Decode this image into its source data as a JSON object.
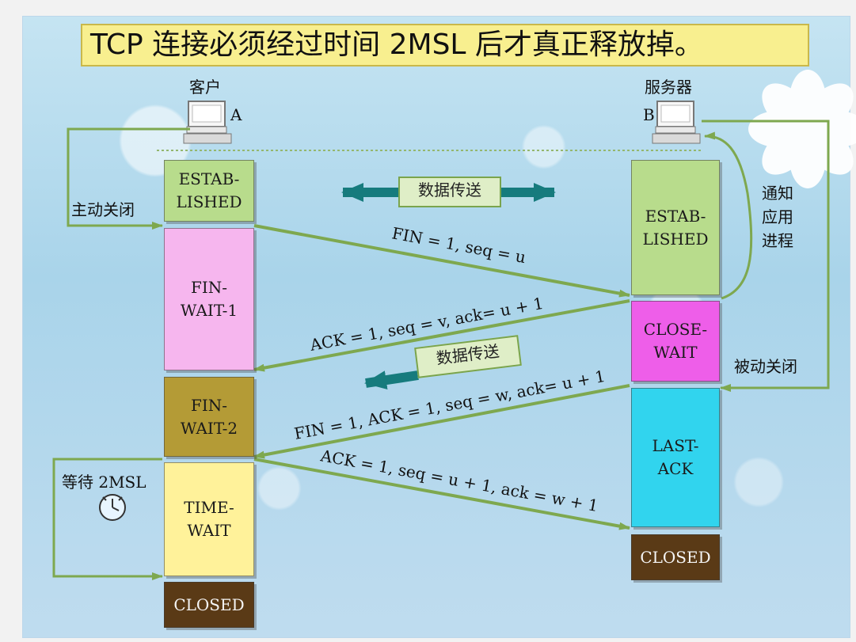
{
  "title": "TCP 连接必须经过时间 2MSL 后才真正释放掉。",
  "client": {
    "name": "客户",
    "letter": "A",
    "active_close": "主动关闭",
    "wait_2msl": "等待 2MSL",
    "states": {
      "established": "ESTAB-\nLISHED",
      "fin_wait_1": "FIN-\nWAIT-1",
      "fin_wait_2": "FIN-\nWAIT-2",
      "time_wait": "TIME-\nWAIT",
      "closed": "CLOSED"
    }
  },
  "server": {
    "name": "服务器",
    "letter": "B",
    "notify_app": "通知\n应用\n进程",
    "passive_close": "被动关闭",
    "states": {
      "established": "ESTAB-\nLISHED",
      "close_wait": "CLOSE-\nWAIT",
      "last_ack": "LAST-\nACK",
      "closed": "CLOSED"
    }
  },
  "data_transfer_1": "数据传送",
  "data_transfer_2": "数据传送",
  "messages": {
    "fin_1": "FIN = 1, seq = u",
    "ack_1": "ACK = 1, seq = v, ack= u + 1",
    "fin_2": "FIN = 1, ACK = 1, seq = w, ack= u + 1",
    "ack_2": "ACK = 1, seq = u + 1, ack = w + 1"
  },
  "colors": {
    "established": "#b8dc8c",
    "fin_wait_1": "#f6b6ee",
    "fin_wait_2": "#b49b36",
    "time_wait": "#fff29a",
    "closed": "#5a3a16",
    "close_wait": "#ee5ee9",
    "last_ack": "#31d4ee",
    "arrow_green": "#7ea84f",
    "bidir_teal": "#167b7d"
  },
  "icons": {
    "client_computer": "computer-icon",
    "server_computer": "computer-icon",
    "clock": "clock-icon"
  }
}
